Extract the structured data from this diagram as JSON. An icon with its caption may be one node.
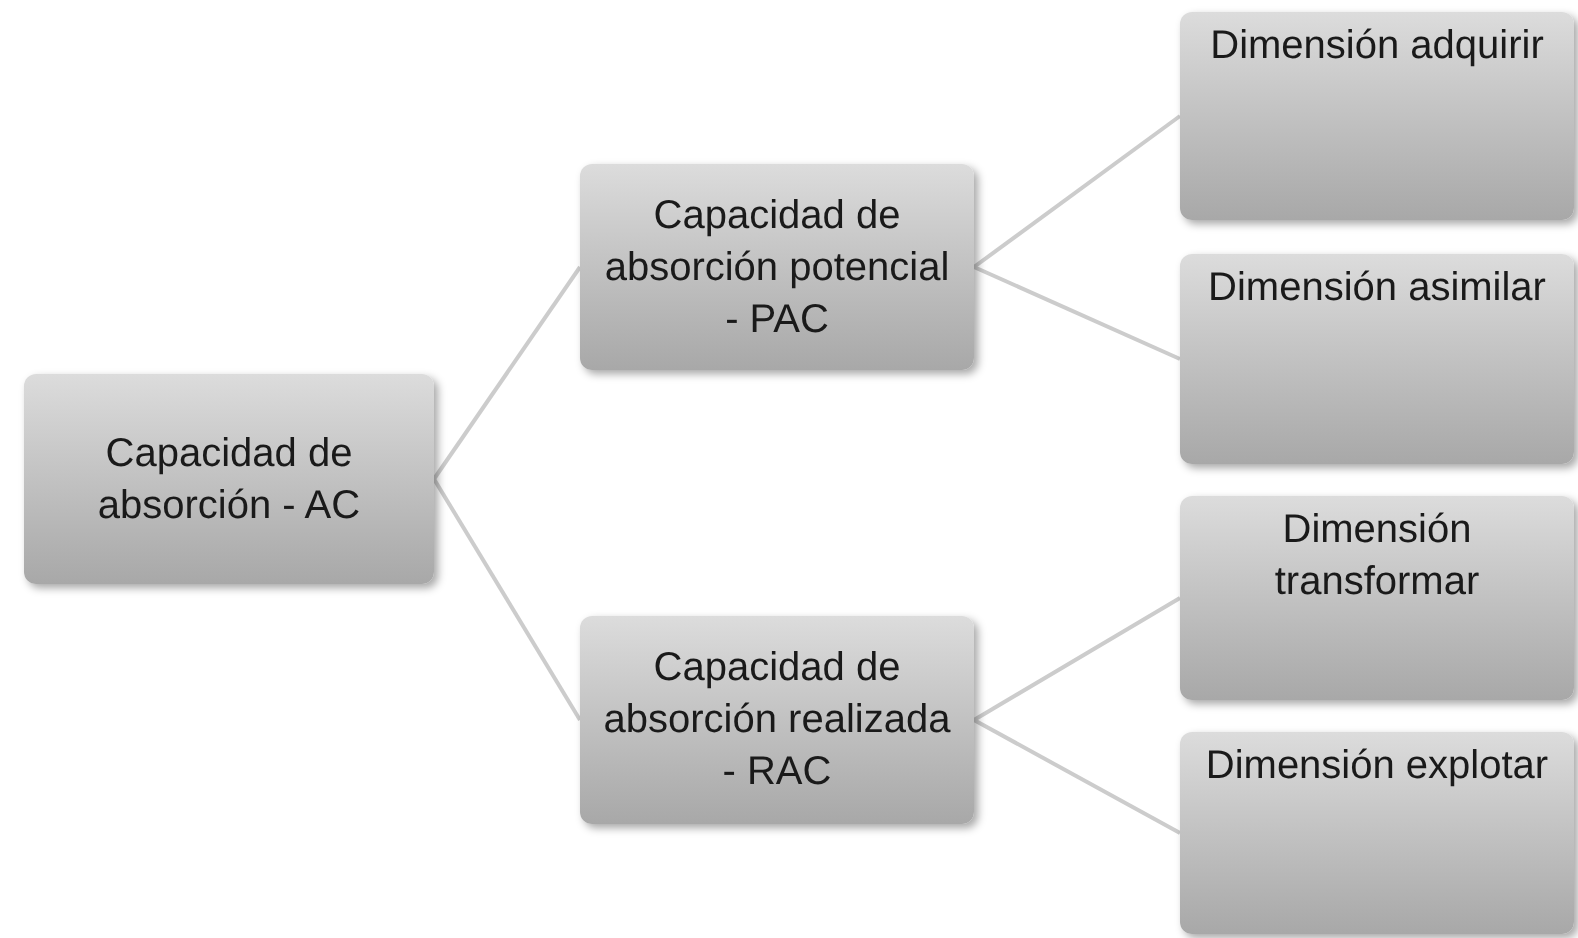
{
  "diagram": {
    "nodes": [
      {
        "text": [
          "Capacidad de absorción - AC"
        ]
      },
      {
        "text": [
          "Capacidad de absorción potencial - PAC"
        ]
      },
      {
        "text": [
          "Capacidad de absorción realizada - RAC"
        ]
      },
      {
        "text": [
          "Dimensión adquirir"
        ]
      },
      {
        "text": [
          "Dimensión asimilar"
        ]
      },
      {
        "text": [
          "Dimensión transformar"
        ]
      },
      {
        "text": [
          "Dimensión explotar"
        ]
      }
    ],
    "edges": [
      {
        "from": 0,
        "to": 1,
        "arrow": "none"
      },
      {
        "from": 0,
        "to": 2,
        "arrow": "none"
      },
      {
        "from": 1,
        "to": 3,
        "arrow": "none"
      },
      {
        "from": 1,
        "to": 4,
        "arrow": "none"
      },
      {
        "from": 2,
        "to": 5,
        "arrow": "none"
      },
      {
        "from": 2,
        "to": 6,
        "arrow": "none"
      }
    ]
  }
}
